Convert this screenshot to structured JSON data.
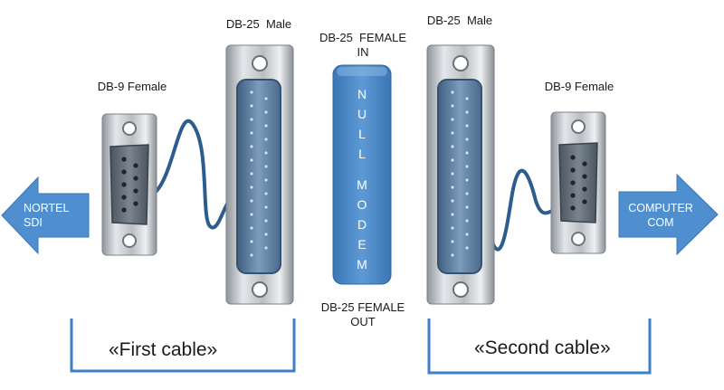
{
  "labels": {
    "db9_left": "DB-9 Female",
    "db25_left": "DB-25  Male",
    "db25_female_in": "DB-25  FEMALE\nIN",
    "db25_right": "DB-25  Male",
    "db9_right": "DB-9 Female",
    "db25_female_out": "DB-25 FEMALE\nOUT"
  },
  "arrows": {
    "left": "NORTEL\nSDI",
    "right": "COMPUTER\nCOM"
  },
  "null_modem": {
    "letters": [
      "N",
      "U",
      "L",
      "L",
      "M",
      "O",
      "D",
      "E",
      "M"
    ]
  },
  "cables": {
    "first": "«First cable»",
    "second": "«Second cable»"
  },
  "colors": {
    "arrow_fill": "#4f8fcf",
    "null_modem_fill": "#4a86c5",
    "bracket_stroke": "#3f7fc6",
    "cable_wire": "#2d5d8f",
    "metal_shell": "#c4c8cc",
    "connector_insert": "#6c8fb3"
  }
}
